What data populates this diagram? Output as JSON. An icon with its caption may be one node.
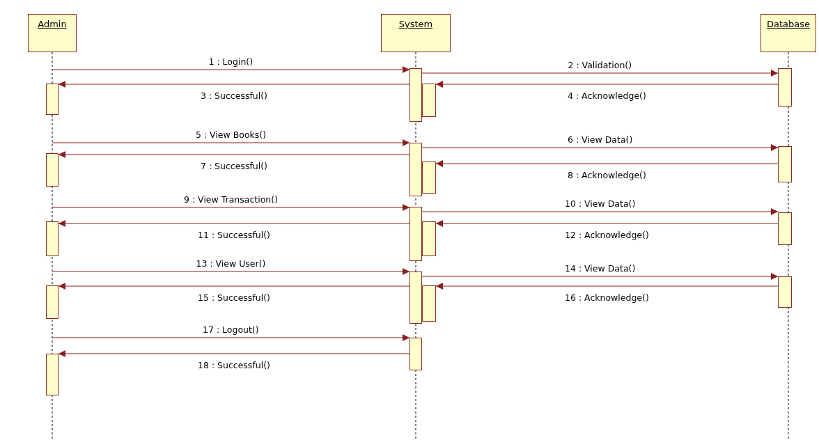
{
  "diagram": {
    "nodes": [
      {
        "text": [
          "Admin"
        ]
      },
      {
        "text": [
          "System"
        ]
      },
      {
        "text": [
          "Database"
        ]
      },
      {
        "text": [],
        "shape": "bar"
      },
      {
        "text": [],
        "shape": "bar"
      },
      {
        "text": [],
        "shape": "bar"
      },
      {
        "text": [],
        "shape": "bar"
      },
      {
        "text": [],
        "shape": "bar"
      },
      {
        "text": [],
        "shape": "bar"
      },
      {
        "text": [],
        "shape": "bar"
      },
      {
        "text": [],
        "shape": "bar"
      },
      {
        "text": [],
        "shape": "bar"
      },
      {
        "text": [],
        "shape": "bar"
      },
      {
        "text": [],
        "shape": "bar"
      },
      {
        "text": [],
        "shape": "bar"
      },
      {
        "text": [],
        "shape": "bar"
      },
      {
        "text": [],
        "shape": "bar"
      },
      {
        "text": [],
        "shape": "bar"
      },
      {
        "text": [],
        "shape": "bar"
      },
      {
        "text": [],
        "shape": "bar"
      },
      {
        "text": [],
        "shape": "bar"
      }
    ],
    "edges": [
      {
        "from": null,
        "to": 3,
        "arrow": "to",
        "label": "1 : Login()"
      },
      {
        "from": 3,
        "to": 4,
        "arrow": "to",
        "label": "2 : Validation()"
      },
      {
        "from": 3,
        "to": 5,
        "arrow": "to",
        "label": "3 : Successful()"
      },
      {
        "from": 4,
        "to": 6,
        "arrow": "to",
        "label": "4 : Acknowledge()"
      },
      {
        "from": null,
        "to": 7,
        "arrow": "to",
        "label": "5 : View Books()"
      },
      {
        "from": 7,
        "to": 8,
        "arrow": "to",
        "label": "6 : View Data()"
      },
      {
        "from": 7,
        "to": 9,
        "arrow": "to",
        "label": "7 : Successful()"
      },
      {
        "from": 8,
        "to": 10,
        "arrow": "to",
        "label": "8 : Acknowledge()"
      },
      {
        "from": null,
        "to": 11,
        "arrow": "to",
        "label": "9 : View Transaction()"
      },
      {
        "from": 11,
        "to": 12,
        "arrow": "to",
        "label": "10 : View Data()"
      },
      {
        "from": 11,
        "to": 13,
        "arrow": "to",
        "label": "11 : Successful()"
      },
      {
        "from": 12,
        "to": 14,
        "arrow": "to",
        "label": "12 : Acknowledge()"
      },
      {
        "from": null,
        "to": 15,
        "arrow": "to",
        "label": "13 : View User()"
      },
      {
        "from": 15,
        "to": 16,
        "arrow": "to",
        "label": "14 : View Data()"
      },
      {
        "from": 15,
        "to": 17,
        "arrow": "to",
        "label": "15 : Successful()"
      },
      {
        "from": 16,
        "to": 18,
        "arrow": "to",
        "label": "16 : Acknowledge()"
      },
      {
        "from": null,
        "to": 19,
        "arrow": "to",
        "label": "17 : Logout()"
      },
      {
        "from": 19,
        "to": 20,
        "arrow": "to",
        "label": "18 : Successful()"
      }
    ]
  }
}
